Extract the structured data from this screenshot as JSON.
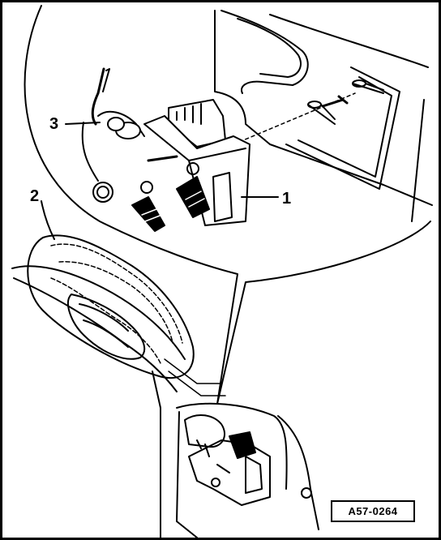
{
  "figure": {
    "id_label": "A57-0264"
  },
  "callouts": {
    "item_1": "1",
    "item_2": "2",
    "item_3": "3"
  },
  "icons": {
    "push_arrow_left": "arrow-down-icon",
    "push_arrow_right": "arrow-down-icon"
  },
  "colors": {
    "ink": "#000000",
    "paper": "#ffffff"
  }
}
